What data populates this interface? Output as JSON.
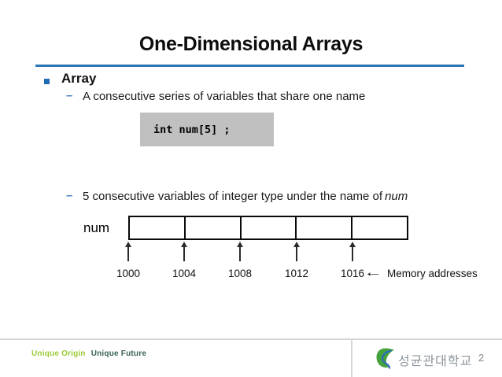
{
  "title": "One-Dimensional Arrays",
  "content": {
    "bullet_label": "Array",
    "sub_bullets": [
      {
        "dash": "–",
        "text": "A consecutive series of variables that share one name"
      },
      {
        "dash": "–",
        "text": "5 consecutive variables of integer type under the name of",
        "emphasis": "num"
      }
    ],
    "code_box": "int num[5] ;",
    "diagram": {
      "label": "num",
      "cell_count": 5,
      "addresses": [
        "1000",
        "1004",
        "1008",
        "1012",
        "1016"
      ],
      "arrow_glyph": "←",
      "annotation": "Memory addresses"
    }
  },
  "footer": {
    "motto": {
      "part1": "Unique Origin",
      "part2": "Unique Future"
    },
    "university_name": "성균관대학교",
    "page_number": "2"
  },
  "colors": {
    "accent_blue": "#2E75B6",
    "bullet_blue": "#1F6CB5",
    "dash_blue": "#4E86C8",
    "code_box_bg": "#C0C0C0",
    "motto_green_light": "#9CCB3B",
    "motto_green_dark": "#3A6351",
    "footer_gray": "#8C959B",
    "logo_green": "#46A33C",
    "logo_blue": "#2C6FB5"
  }
}
